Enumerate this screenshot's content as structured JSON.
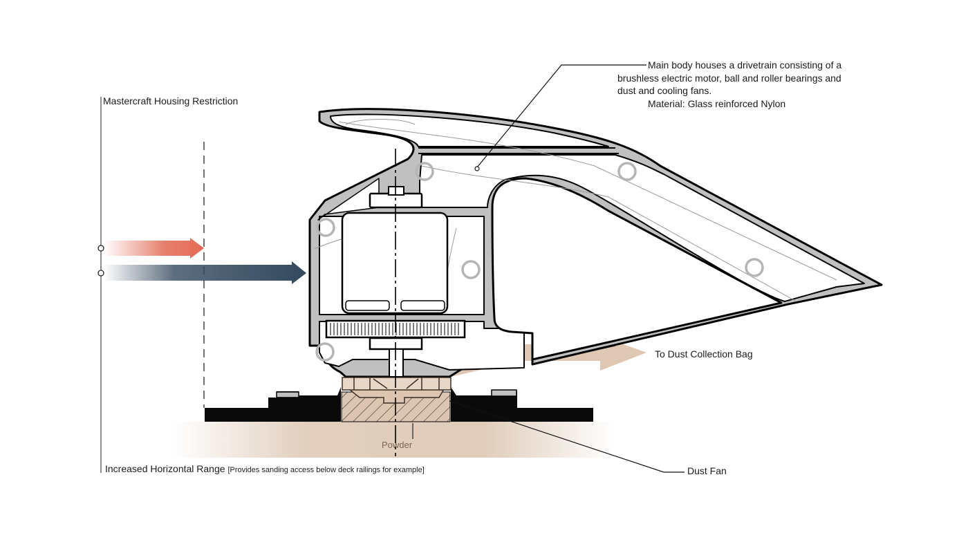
{
  "diagram": {
    "title": "Sander drivetrain cross-section",
    "labels": {
      "housing_restriction": "Mastercraft Housing Restriction",
      "horizontal_range": "Increased Horizontal Range",
      "horizontal_range_note": "[Provides sanding access below deck railings for example]",
      "main_body_line1": "Main body houses a drivetrain consisting of a",
      "main_body_line2": "brushless electric motor, ball and roller bearings and",
      "main_body_line3": "dust and cooling fans.",
      "material": "Material: Glass reinforced Nylon",
      "dust_collection": "To Dust Collection Bag",
      "dust_fan": "Dust Fan",
      "powder": "Powder"
    },
    "arrows": [
      {
        "name": "competitor-reach",
        "color": "#e36a55"
      },
      {
        "name": "design-reach",
        "color": "#34495e"
      },
      {
        "name": "dust-flow",
        "color": "#d6b9a0"
      }
    ],
    "colors": {
      "housing_fill": "#c0c0c0",
      "outline": "#000000",
      "powder": "#dcc6b2",
      "detail_line": "#9a9a9a"
    }
  }
}
